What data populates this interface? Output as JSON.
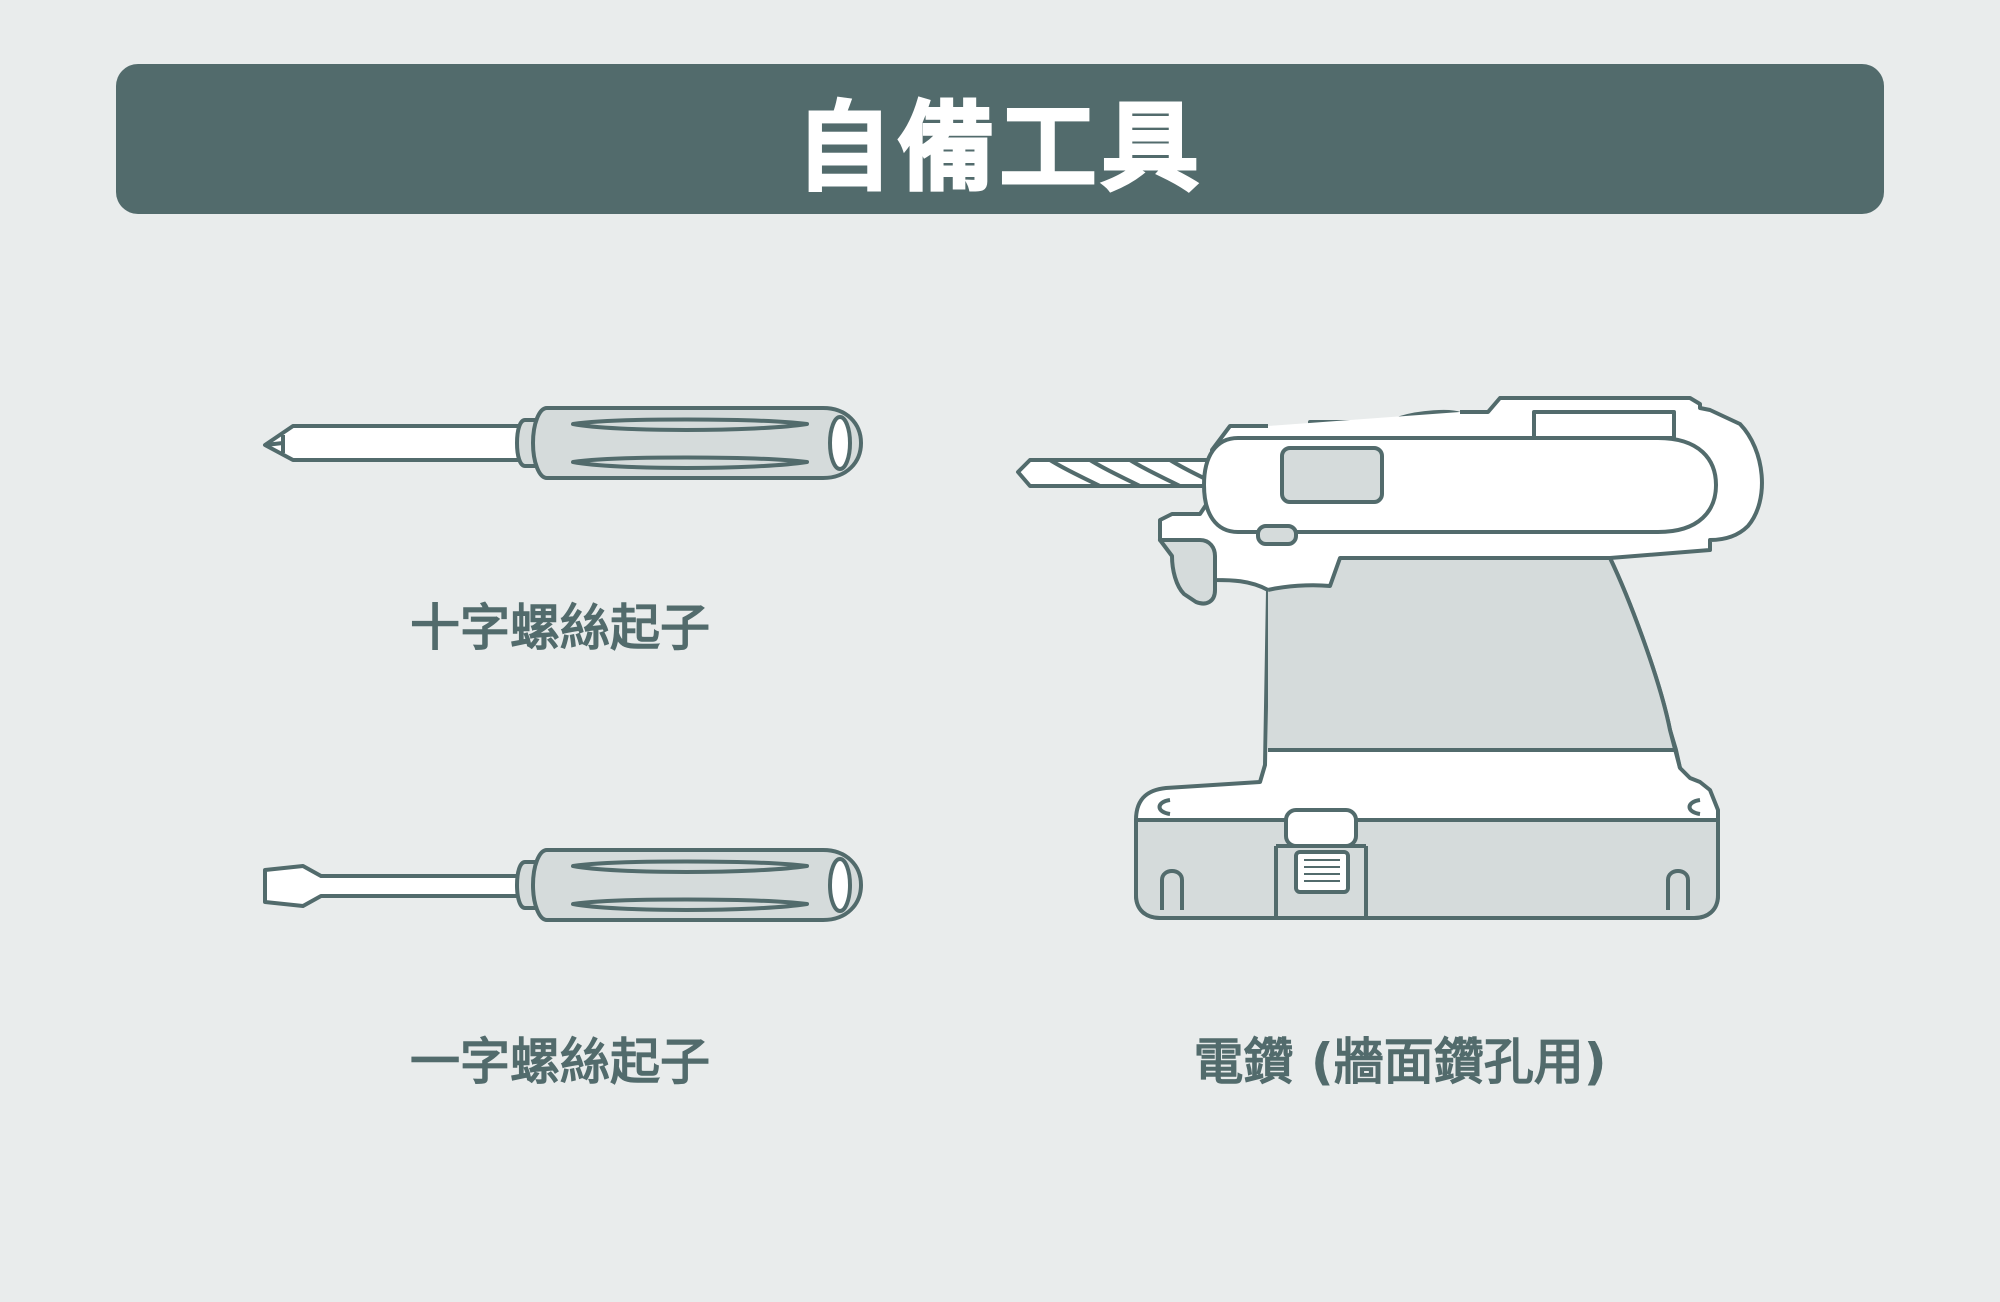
{
  "header": {
    "title": "自備工具"
  },
  "tools": [
    {
      "label": "十字螺絲起子",
      "icon": "phillips-screwdriver-icon"
    },
    {
      "label": "一字螺絲起子",
      "icon": "flathead-screwdriver-icon"
    },
    {
      "label": "電鑽 (牆面鑽孔用)",
      "icon": "power-drill-icon"
    }
  ],
  "colors": {
    "background": "#e9ecec",
    "banner": "#526b6c",
    "outline": "#526b6c",
    "fill_light": "#d5dbdb",
    "fill_white": "#ffffff"
  }
}
